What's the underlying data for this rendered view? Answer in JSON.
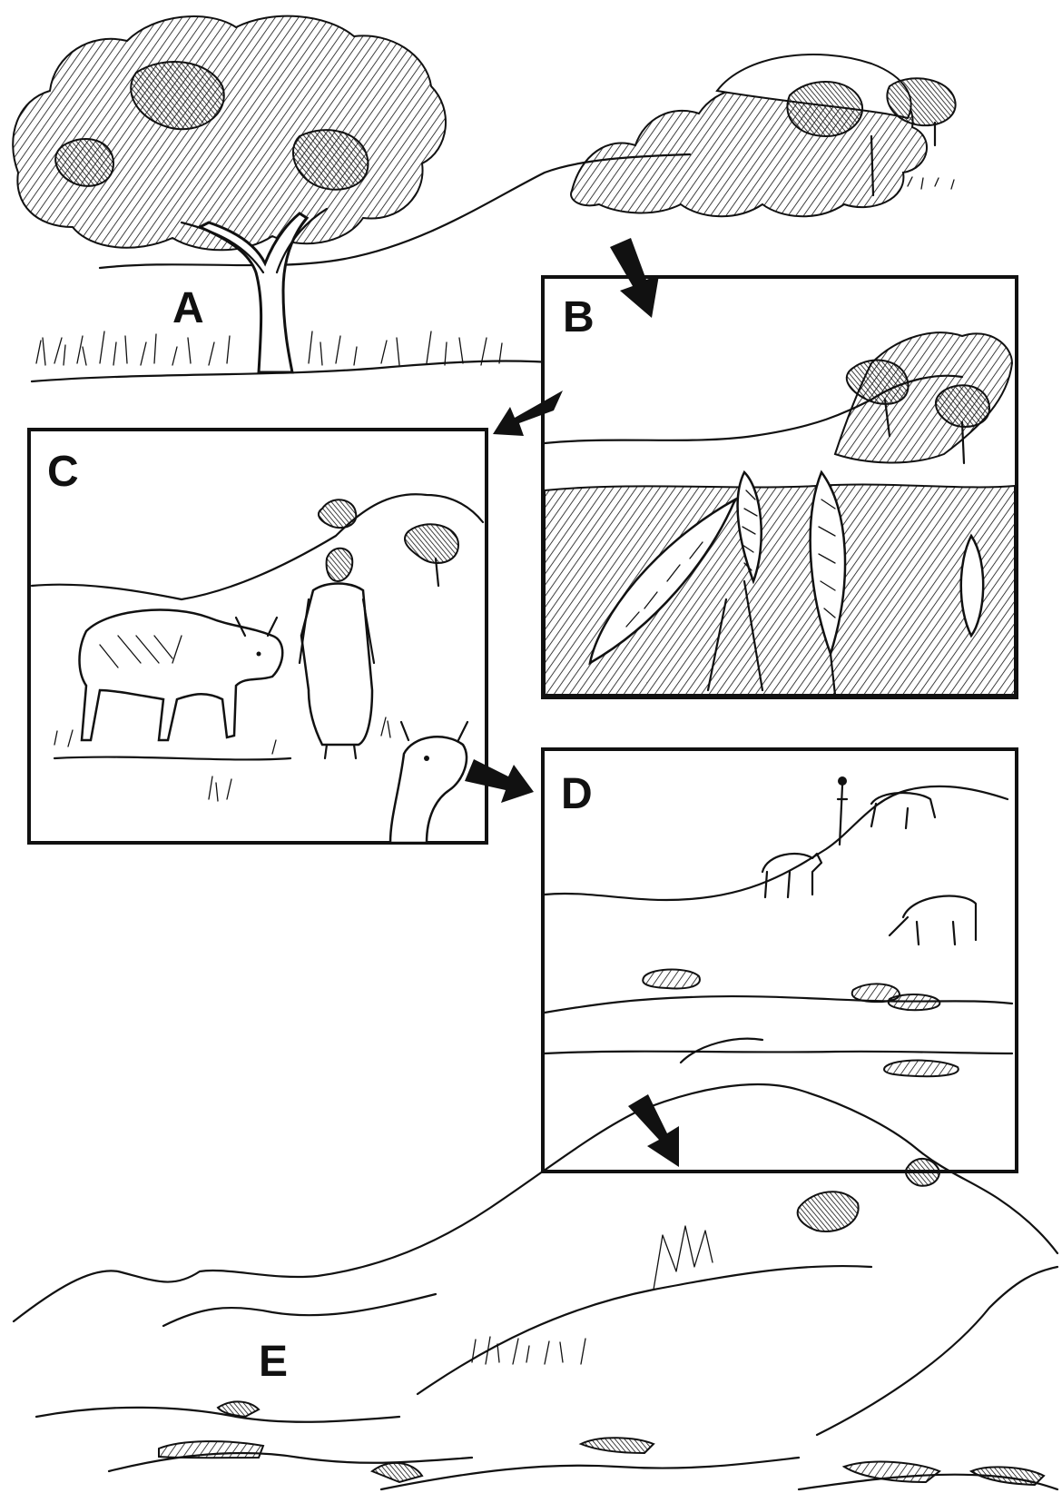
{
  "panels": {
    "a": {
      "label": "A"
    },
    "b": {
      "label": "B"
    },
    "c": {
      "label": "C"
    },
    "d": {
      "label": "D"
    },
    "e": {
      "label": "E"
    }
  },
  "arrows": [
    "A→B",
    "B→C",
    "C→D",
    "D→E"
  ],
  "colors": {
    "ink": "#111111",
    "paper": "#ffffff"
  }
}
